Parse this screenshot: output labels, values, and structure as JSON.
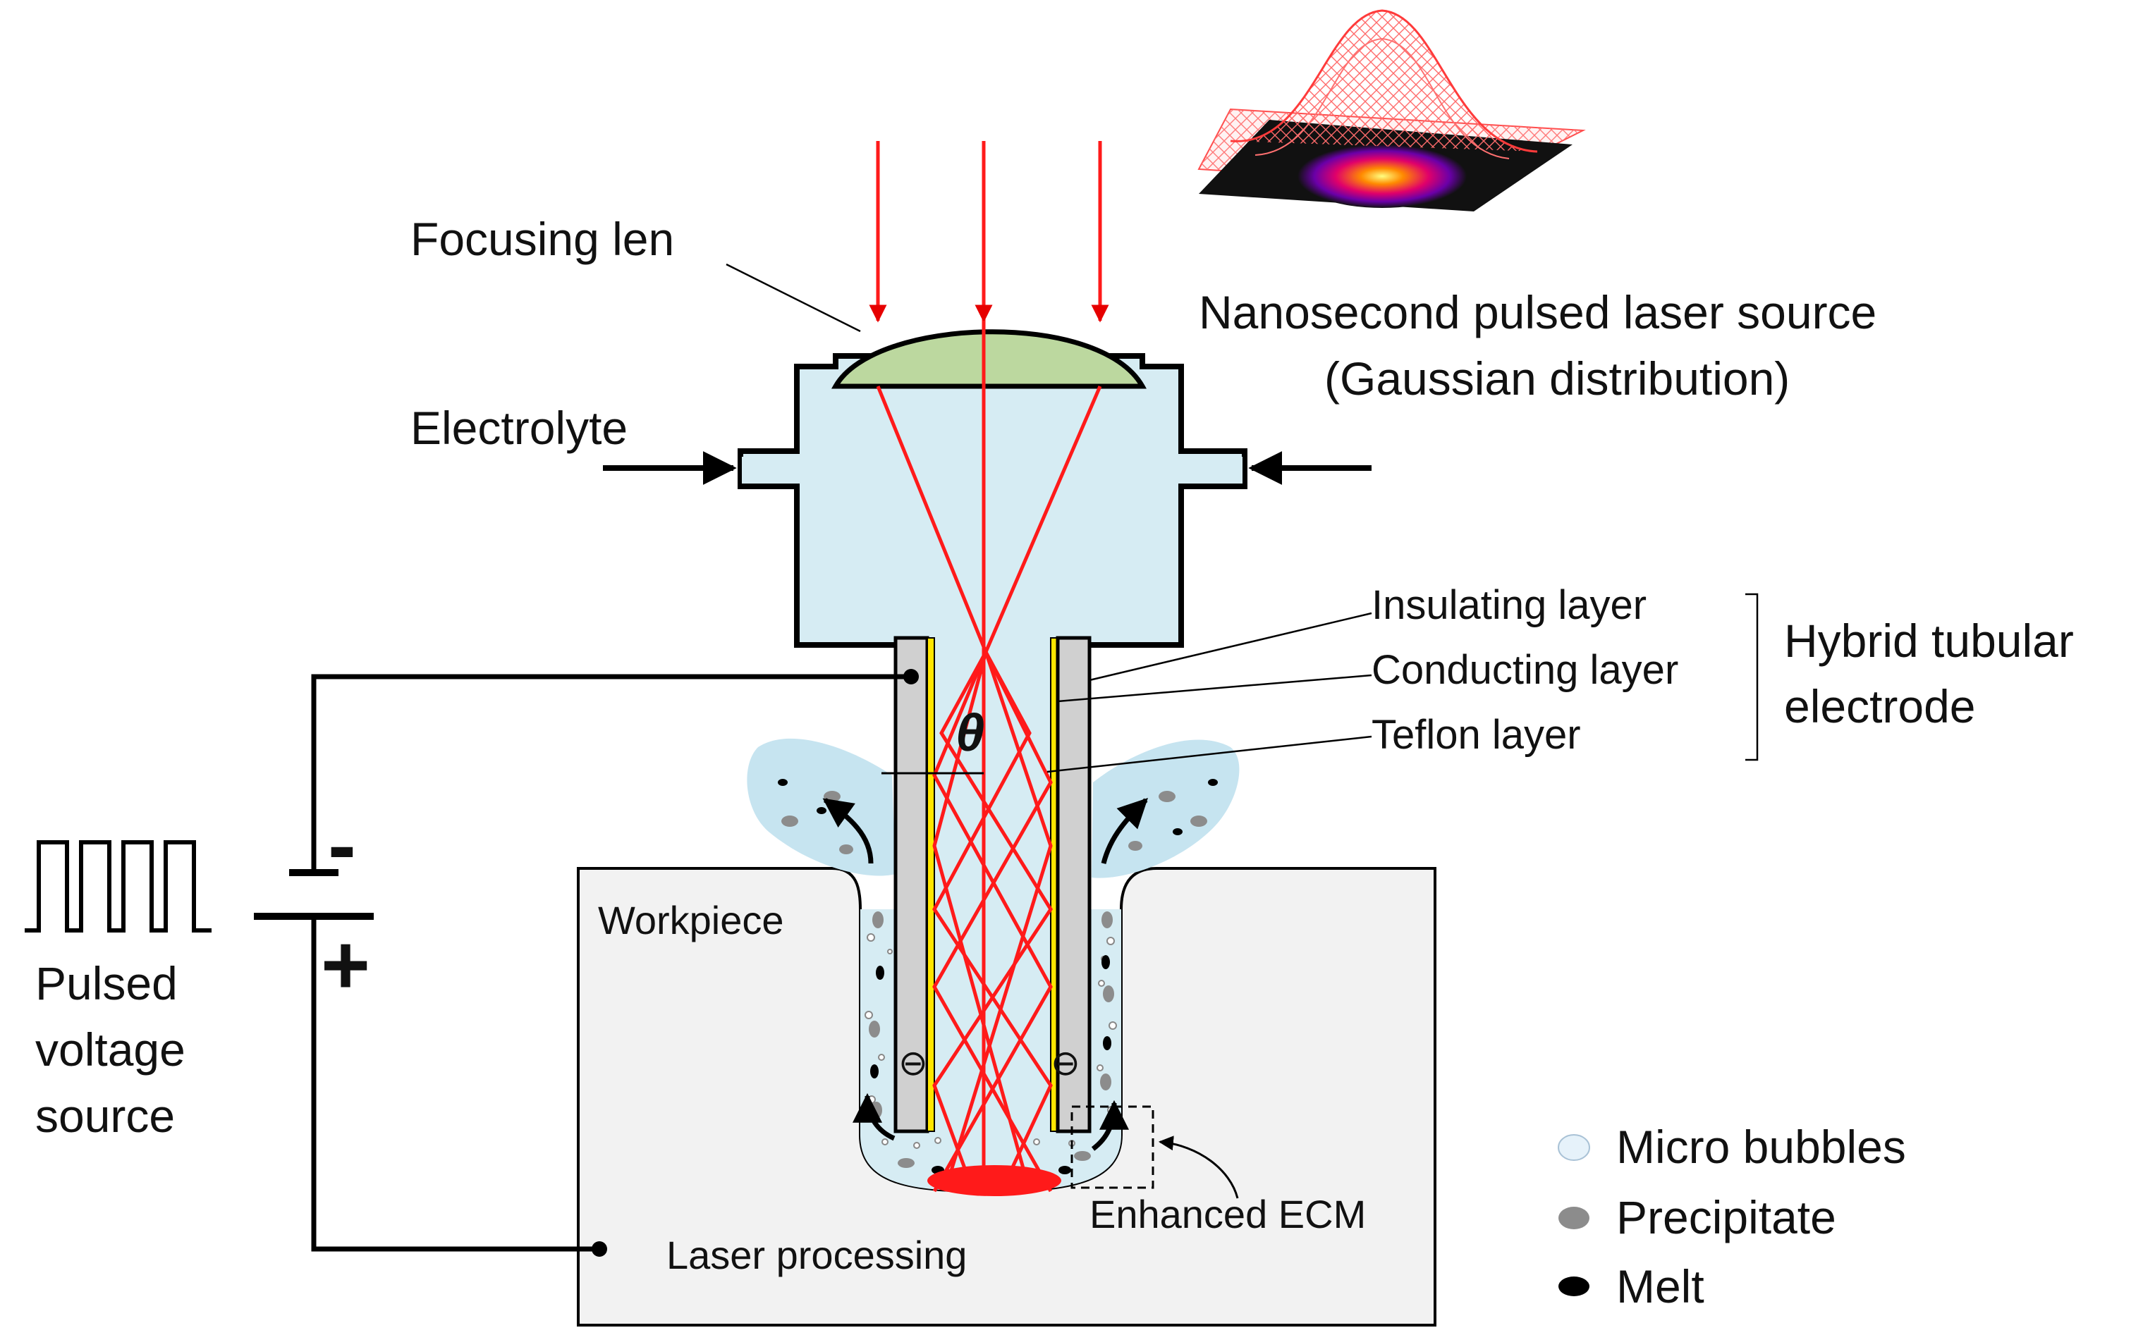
{
  "labels": {
    "focusing_len": "Focusing len",
    "laser_source_line1": "Nanosecond pulsed laser source",
    "laser_source_line2": "(Gaussian distribution)",
    "electrolyte": "Electrolyte",
    "insulating_layer": "Insulating layer",
    "conducting_layer": "Conducting layer",
    "teflon_layer": "Teflon layer",
    "hybrid_line1": "Hybrid tubular",
    "hybrid_line2": "electrode",
    "theta": "θ",
    "minus": "-",
    "plus": "+",
    "pulsed_line1": "Pulsed",
    "pulsed_line2": "voltage",
    "pulsed_line3": "source",
    "workpiece": "Workpiece",
    "laser_processing": "Laser processing",
    "enhanced_ecm": "Enhanced ECM",
    "ion_symbol": "⊖"
  },
  "legend": [
    {
      "label": "Micro bubbles",
      "color": "#e6f2fa"
    },
    {
      "label": "Precipitate",
      "color": "#8c8c8c"
    },
    {
      "label": "Melt",
      "color": "#000000"
    }
  ],
  "colors": {
    "electrolyte": "#d6ecf3",
    "lens": "#bcd89f",
    "laser": "#ff1a1a",
    "workpiece": "#f2f2f2",
    "tube_wall": "#d0d0d0",
    "conducting": "#ffe600",
    "plume": "#c6e4f0"
  }
}
